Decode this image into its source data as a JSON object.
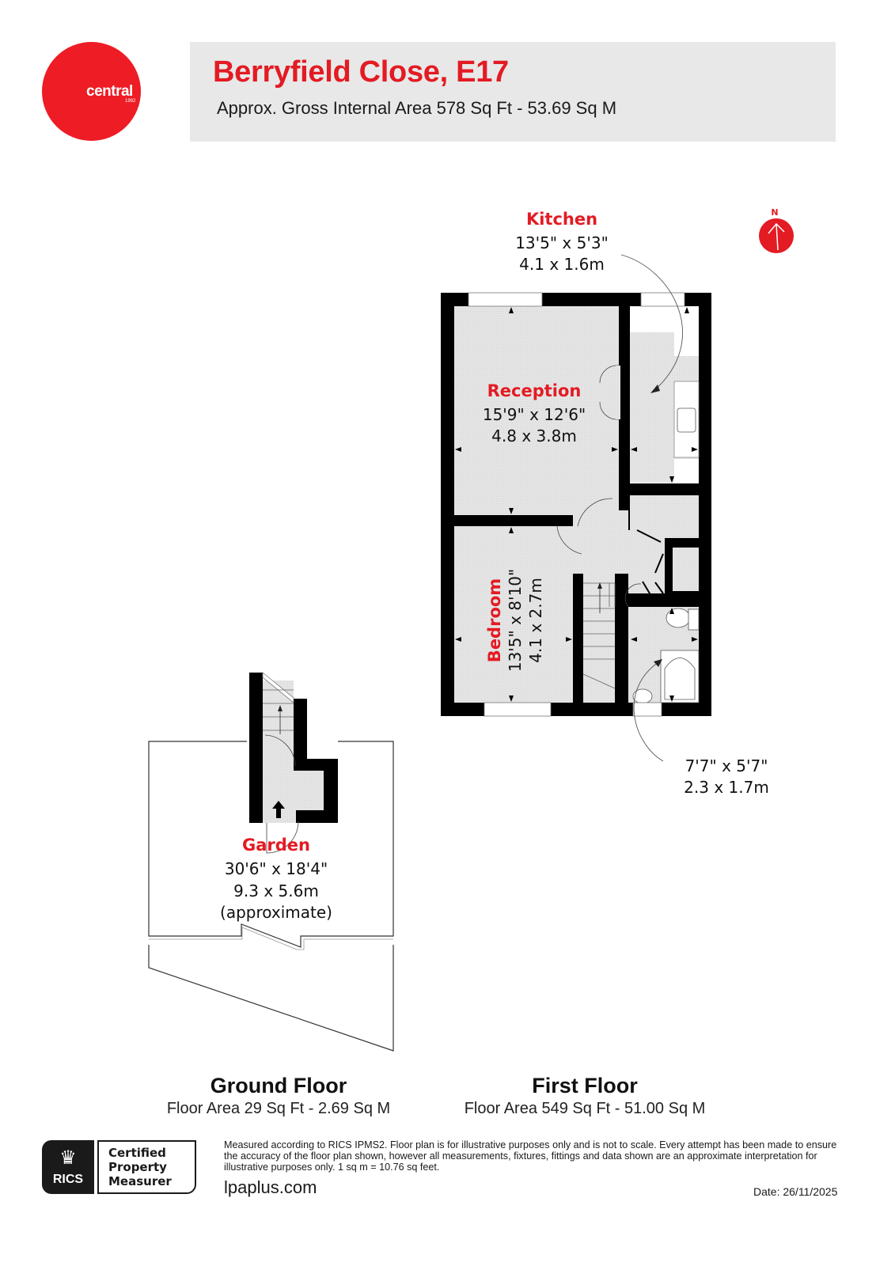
{
  "brand": {
    "logo_word": "central",
    "logo_year": "1992",
    "color": "#ee1c25"
  },
  "header": {
    "title": "Berryfield Close, E17",
    "subtitle": "Approx. Gross Internal Area 578 Sq Ft - 53.69 Sq M"
  },
  "compass": {
    "label": "N",
    "icon": "north-arrow-icon"
  },
  "rooms": {
    "kitchen": {
      "name": "Kitchen",
      "dim_imperial": "13'5\" x 5'3\"",
      "dim_metric": "4.1 x 1.6m"
    },
    "reception": {
      "name": "Reception",
      "dim_imperial": "15'9\" x 12'6\"",
      "dim_metric": "4.8 x 3.8m"
    },
    "bedroom": {
      "name": "Bedroom",
      "dim_imperial": "13'5\" x 8'10\"",
      "dim_metric": "4.1 x 2.7m"
    },
    "bathroom": {
      "dim_imperial": "7'7\" x 5'7\"",
      "dim_metric": "2.3 x 1.7m"
    },
    "garden": {
      "name": "Garden",
      "dim_imperial": "30'6\" x 18'4\"",
      "dim_metric": "9.3 x 5.6m",
      "note": "(approximate)"
    }
  },
  "floors": [
    {
      "title": "Ground Floor",
      "area": "Floor Area 29 Sq Ft - 2.69 Sq M"
    },
    {
      "title": "First Floor",
      "area": "Floor Area 549 Sq Ft - 51.00 Sq M"
    }
  ],
  "footer": {
    "rics_word": "RICS",
    "rics_lines": [
      "Certified",
      "Property",
      "Measurer"
    ],
    "disclaimer": "Measured according to RICS IPMS2. Floor plan is for illustrative purposes only and is not to scale. Every attempt has been made to ensure the accuracy of the floor plan shown, however all measurements, fixtures, fittings and data shown are an approximate interpretation for illustrative purposes only. 1 sq m = 10.76 sq feet.",
    "website": "lpaplus.com",
    "date": "Date: 26/11/2025"
  },
  "colors": {
    "accent": "#e31b23",
    "header_bg": "#e8e8e8",
    "floor_fill": "#e6e6e6",
    "wall": "#000000"
  }
}
